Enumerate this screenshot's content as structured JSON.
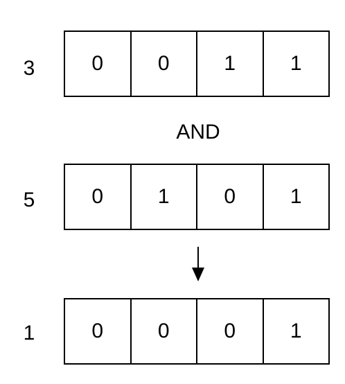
{
  "operation": "AND",
  "rows": [
    {
      "label": "3",
      "bits": [
        "0",
        "0",
        "1",
        "1"
      ]
    },
    {
      "label": "5",
      "bits": [
        "0",
        "1",
        "0",
        "1"
      ]
    },
    {
      "label": "1",
      "bits": [
        "0",
        "0",
        "0",
        "1"
      ]
    }
  ]
}
